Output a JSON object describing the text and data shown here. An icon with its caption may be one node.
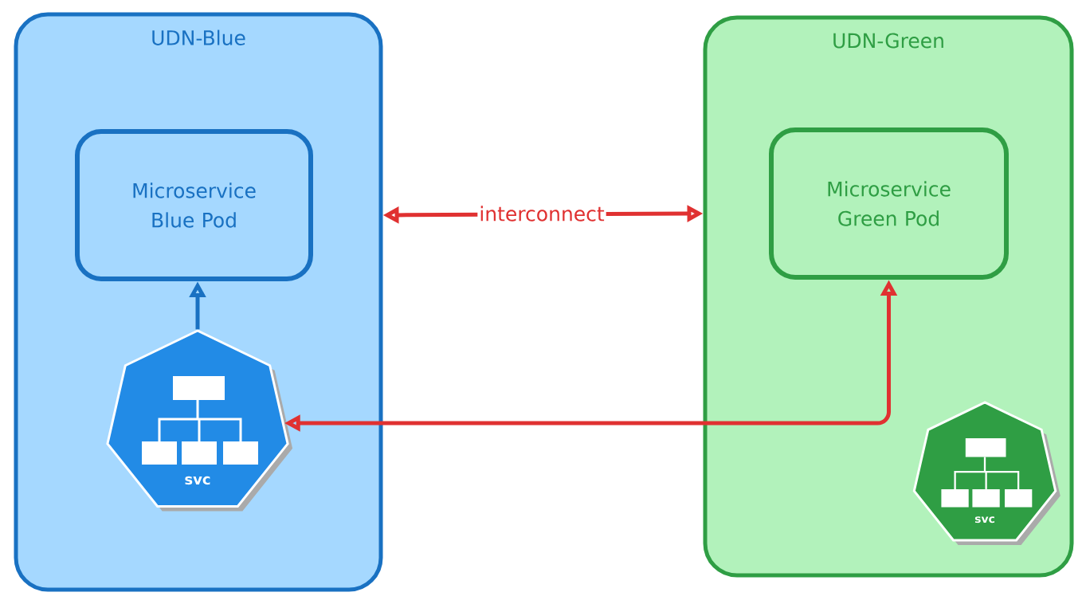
{
  "diagram": {
    "nodes": [
      {
        "text": [
          "UDN-Blue"
        ]
      },
      {
        "text": [
          "Microservice Blue Pod"
        ],
        "in": 0
      },
      {
        "text": [
          "svc"
        ],
        "in": 0
      },
      {
        "text": [
          "UDN-Green"
        ]
      },
      {
        "text": [
          "Microservice Green Pod"
        ],
        "in": 3
      },
      {
        "text": [
          "svc"
        ],
        "in": 3
      }
    ],
    "edges": [
      {
        "from": 2,
        "to": 1,
        "arrow": "to",
        "color": "#1971c2"
      },
      {
        "from": 0,
        "to": 3,
        "arrow": "both",
        "label": "interconnect"
      },
      {
        "from": 2,
        "to": 4,
        "arrow": "both"
      }
    ]
  }
}
